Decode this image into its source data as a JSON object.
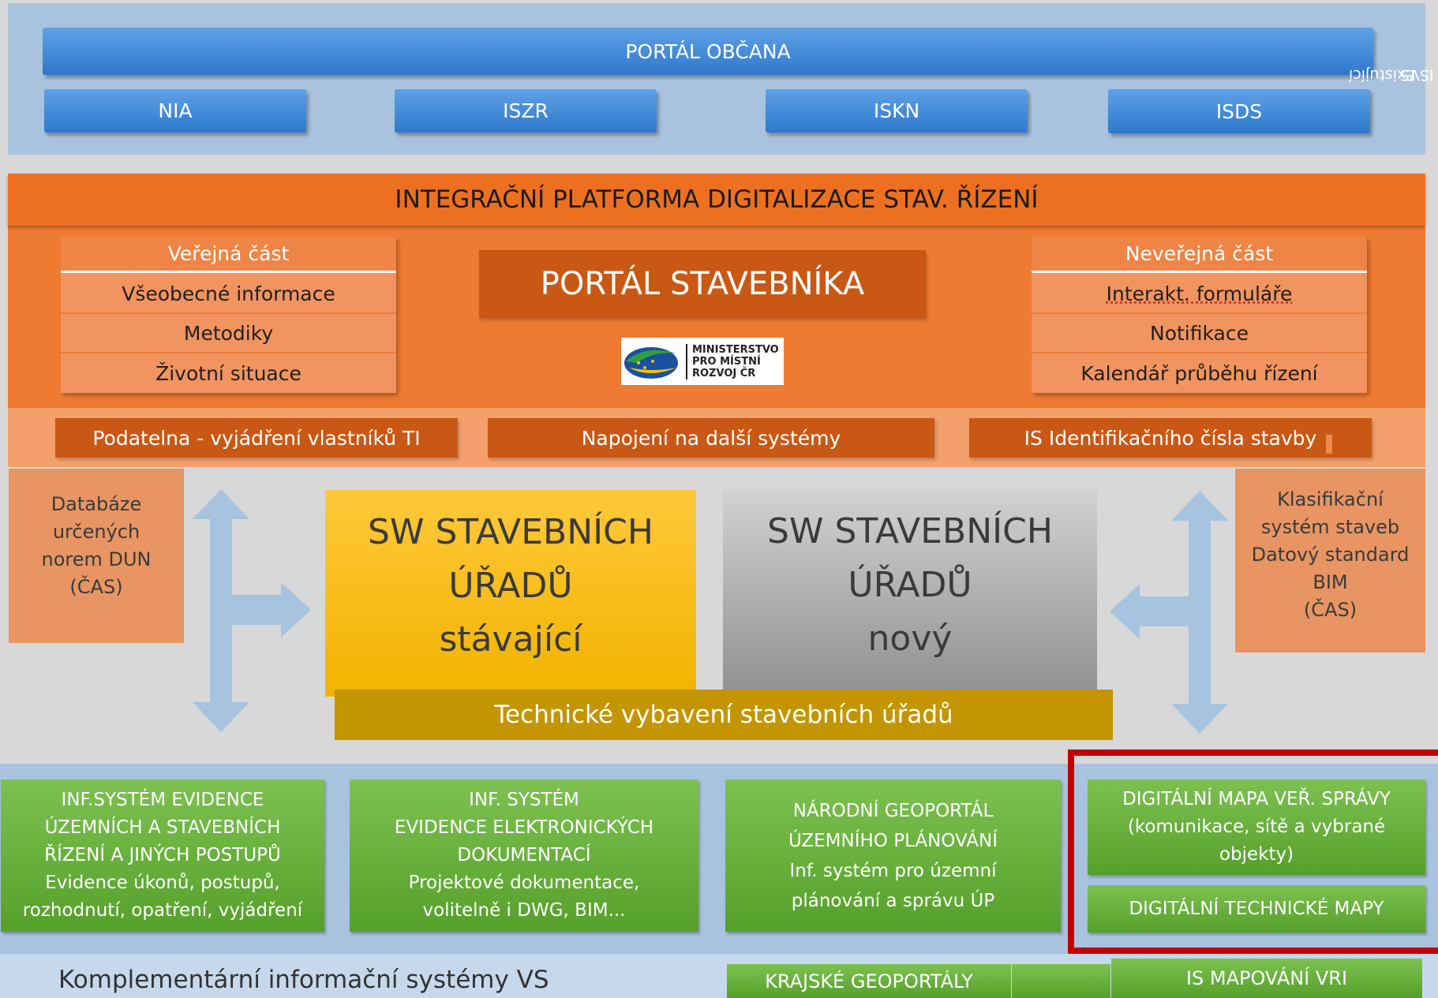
{
  "top": {
    "portal_citizen": "PORTÁL OBČANA",
    "systems": [
      "NIA",
      "ISZR",
      "ISKN",
      "ISDS"
    ],
    "existing_isvs_line1": "Existující",
    "existing_isvs_line2": "ISVS"
  },
  "platform": {
    "title": "INTEGRAČNÍ PLATFORMA DIGITALIZACE STAV. ŘÍZENÍ",
    "public": {
      "title": "Veřejná část",
      "items": [
        "Všeobecné informace",
        "Metodiky",
        "Životní situace"
      ]
    },
    "portal_builder": "PORTÁL STAVEBNÍKA",
    "logo_text": "MINISTERSTVO\nPRO MÍSTNÍ\nROZVOJ ČR",
    "nonpublic": {
      "title": "Neveřejná část",
      "items": [
        "Interakt. formuláře",
        "Notifikace",
        "Kalendář průběhu řízení"
      ]
    },
    "strip": [
      "Podatelna - vyjádření vlastníků TI",
      "Napojení na další systémy",
      "IS Identifikačního čísla stavby"
    ]
  },
  "middle": {
    "left_db": [
      "Databáze",
      "určených",
      "norem DUN",
      "(ČAS)"
    ],
    "sw_current": [
      "SW STAVEBNÍCH",
      "ÚŘADŮ",
      "stávající"
    ],
    "sw_new": [
      "SW STAVEBNÍCH",
      "ÚŘADŮ",
      "nový"
    ],
    "right_db": [
      "Klasifikační",
      "systém staveb",
      "Datový standard",
      "BIM",
      "(ČAS)"
    ],
    "tech_equipment": "Technické vybavení stavebních úřadů"
  },
  "bottom": {
    "box1": [
      "INF.SYSTÉM EVIDENCE",
      "ÚZEMNÍCH A STAVEBNÍCH",
      "ŘÍZENÍ A JINÝCH POSTUPŮ",
      "Evidence úkonů, postupů,",
      "rozhodnutí, opatření, vyjádření"
    ],
    "box2": [
      "INF. SYSTÉM",
      "EVIDENCE ELEKTRONICKÝCH",
      "DOKUMENTACÍ",
      "Projektové dokumentace,",
      "volitelně i DWG,  BIM..."
    ],
    "box3": [
      "NÁRODNÍ GEOPORTÁL",
      "ÚZEMNÍHO PLÁNOVÁNÍ",
      "Inf. systém pro územní",
      "plánování a správu ÚP"
    ],
    "box4": [
      "DIGITÁLNÍ MAPA VEŘ. SPRÁVY",
      "(komunikace, sítě a vybrané",
      "objekty)"
    ],
    "box5": "DIGITÁLNÍ TECHNICKÉ MAPY",
    "footer_title": "Komplementární informační systémy VS",
    "footer_tab1": "KRAJSKÉ GEOPORTÁLY",
    "footer_tab2": "IS MAPOVÁNÍ VRI"
  },
  "colors": {
    "top_band": "#a9c3de",
    "blue": "#3b86d8",
    "orange": "#ef7a31",
    "dark_orange": "#c95815",
    "yellow": "#f1b400",
    "gold": "#c39500",
    "green": "#6ab23c",
    "highlight_red": "#c00000"
  }
}
